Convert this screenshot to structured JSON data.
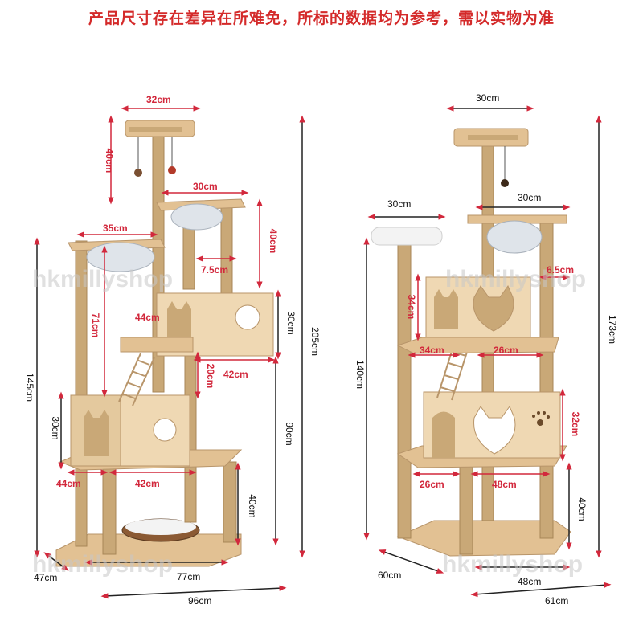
{
  "header": {
    "notice": "产品尺寸存在差异在所难免，所标的数据均为参考，需以实物为准"
  },
  "watermark": {
    "text": "hkmillyshop"
  },
  "colors": {
    "label_red": "#d2283c",
    "label_black": "#111111",
    "wood": "#e2c193",
    "rope": "#c9a877",
    "panel": "#efd8b3",
    "hammock": "#dfe4ea"
  },
  "left_tree": {
    "dimensions": {
      "top_perch_width": "32cm",
      "top_height": "40cm",
      "hammock_platform_width": "30cm",
      "hammock_height": "40cm",
      "gap_7_5": "7.5cm",
      "left_platform_width": "35cm",
      "left_post_height": "71cm",
      "upper_box_depth": "44cm",
      "upper_box_height": "30cm",
      "ladder_height": "20cm",
      "upper_box_width": "42cm",
      "total_height": "205cm",
      "left_section_height": "145cm",
      "lower_box_height": "30cm",
      "right_section_height": "90cm",
      "lower_box_depth": "44cm",
      "lower_box_width": "42cm",
      "base_post_height": "40cm",
      "base_depth": "47cm",
      "base_width": "77cm",
      "overall_width": "96cm"
    }
  },
  "right_tree": {
    "dimensions": {
      "top_perch_width": "30cm",
      "left_perch_width": "30cm",
      "hammock_platform_width": "30cm",
      "gap_6_5": "6.5cm",
      "upper_box_height": "34cm",
      "left_post_height": "140cm",
      "total_height": "173cm",
      "shelf_left": "34cm",
      "shelf_right": "26cm",
      "lower_box_height": "32cm",
      "lower_left_width": "26cm",
      "lower_box_width": "48cm",
      "base_post_height": "40cm",
      "base_depth": "60cm",
      "base_width": "48cm",
      "overall_width": "61cm"
    }
  }
}
